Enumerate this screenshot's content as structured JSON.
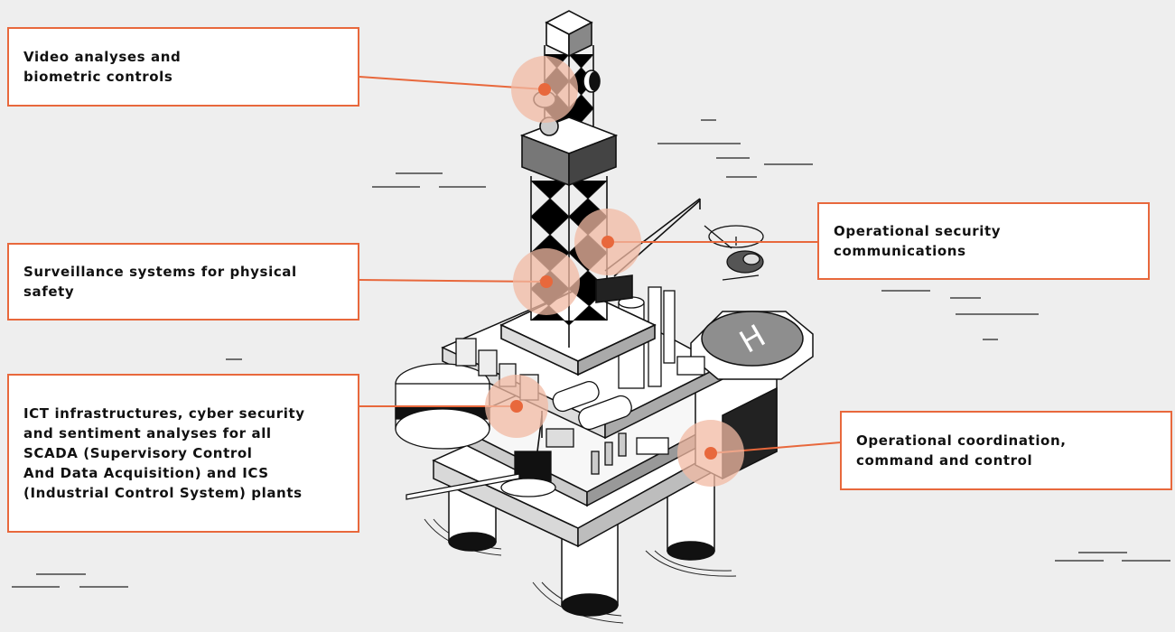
{
  "accent_color": "#e8683c",
  "highlight_color": "#f2b9a3",
  "callouts": [
    {
      "id": "video",
      "text": "Video analyses and\nbiometric controls"
    },
    {
      "id": "surveillance",
      "text": "Surveillance systems for physical\nsafety"
    },
    {
      "id": "ict",
      "text": "ICT infrastructures, cyber security\nand sentiment analyses for all\nSCADA (Supervisory Control\nAnd Data Acquisition) and ICS\n(Industrial Control System) plants"
    },
    {
      "id": "opsec",
      "text": "Operational security\ncommunications"
    },
    {
      "id": "coord",
      "text": "Operational coordination,\ncommand and control"
    }
  ],
  "icons": [
    "oil-rig-illustration",
    "helicopter-icon",
    "helipad-icon"
  ],
  "helipad_letter": "H"
}
